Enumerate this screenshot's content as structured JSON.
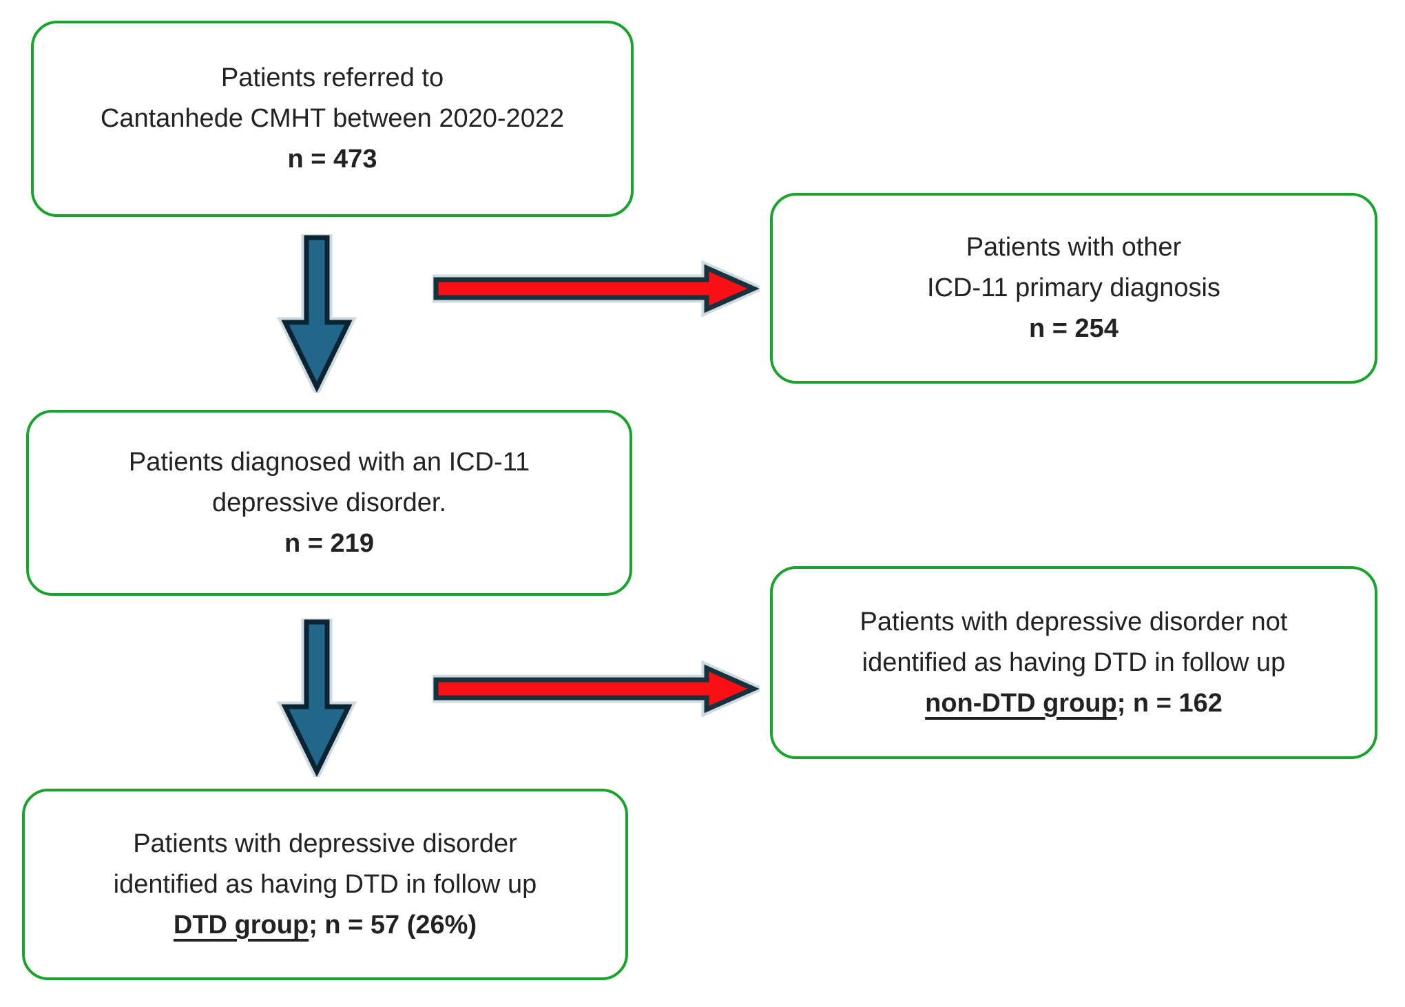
{
  "colors": {
    "box_border": "#18a42c",
    "text": "#222222",
    "down_arrow_fill": "#226689",
    "down_arrow_outline": "#0b2433",
    "right_arrow_fill": "#fa0f14",
    "right_arrow_outline": "#16323f",
    "arrow_halo": "#a7bcc6"
  },
  "boxes": {
    "referred": {
      "line1": "Patients referred to",
      "line2": "Cantanhede CMHT between 2020-2022",
      "n": "n = 473"
    },
    "other": {
      "line1": "Patients with other",
      "line2": "ICD-11 primary diagnosis",
      "n": "n = 254"
    },
    "depressive": {
      "line1": "Patients diagnosed with an ICD-11",
      "line2": "depressive disorder.",
      "n": "n = 219"
    },
    "non_dtd": {
      "line1": "Patients with depressive disorder not",
      "line2": "identified as having DTD in follow up",
      "group": "non-DTD group",
      "n": "; n = 162"
    },
    "dtd": {
      "line1": "Patients with depressive disorder",
      "line2": "identified as having DTD in follow up",
      "group": "DTD group",
      "n": "; n = 57 (26%)"
    }
  }
}
